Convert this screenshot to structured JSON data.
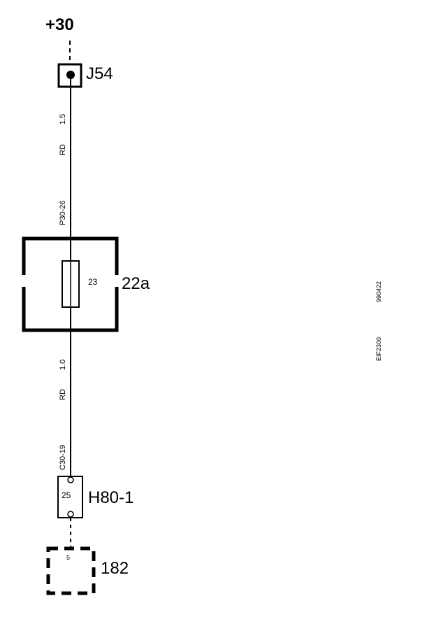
{
  "supply": {
    "label": "+30"
  },
  "junction": {
    "label": "J54"
  },
  "wire_upper": {
    "size": "1.5",
    "color": "RD",
    "connector": "P30-26"
  },
  "fuse_box": {
    "label": "22a",
    "fuse_number": "23"
  },
  "wire_lower": {
    "size": "1.0",
    "color": "RD",
    "connector": "C30-19"
  },
  "connector_h80": {
    "label": "H80-1",
    "pin": "25"
  },
  "component": {
    "label": "182",
    "pin": "5"
  },
  "side_codes": {
    "code_top": "990422",
    "code_bottom": "EIF2300"
  }
}
